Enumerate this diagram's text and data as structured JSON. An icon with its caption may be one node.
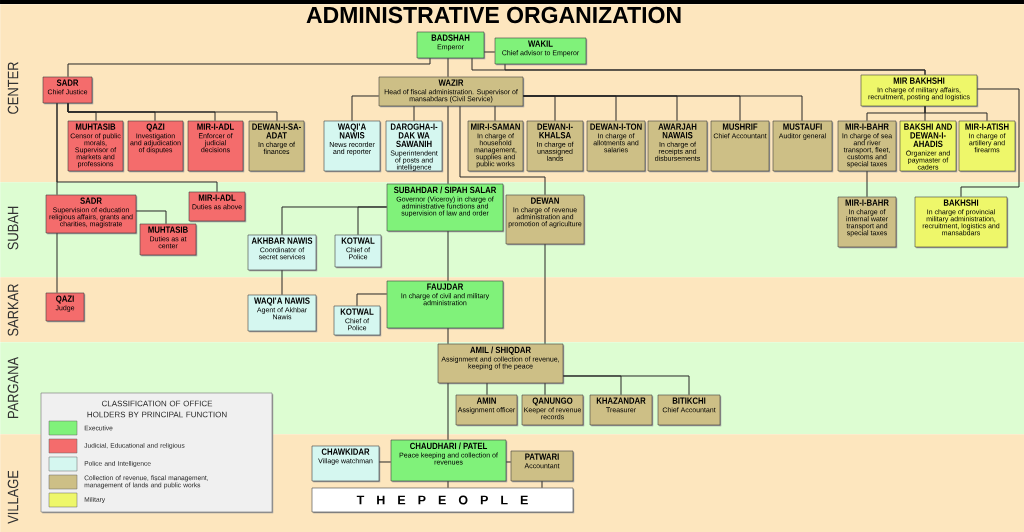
{
  "diagram": {
    "title": "ADMINISTRATIVE ORGANIZATION",
    "nodes": [
      {
        "text": [
          "CENTER"
        ]
      },
      {
        "text": [
          "SUBAH"
        ]
      },
      {
        "text": [
          "SARKAR"
        ]
      },
      {
        "text": [
          "PARGANA"
        ]
      },
      {
        "text": [
          "VILLAGE"
        ]
      },
      {
        "text": [
          "BADSHAH",
          "Emperor"
        ],
        "in": 0
      },
      {
        "text": [
          "WAKIL",
          "Chief advisor to Emperor"
        ],
        "in": 0
      },
      {
        "text": [
          "SADR",
          "Chief Justice"
        ],
        "in": 0
      },
      {
        "text": [
          "WAZIR",
          "Head of fiscal administration. Supervisor of mansabdars (Civil Service)"
        ],
        "in": 0
      },
      {
        "text": [
          "MIR BAKHSHI",
          "In charge of military affairs, recruitment, posting and logistics"
        ],
        "in": 0
      },
      {
        "text": [
          "MUHTASIB",
          "Censor of public morals, Supervisor of markets and professions"
        ],
        "in": 0
      },
      {
        "text": [
          "QAZI",
          "Investigation and adjudication of disputes"
        ],
        "in": 0
      },
      {
        "text": [
          "MIR-I-ADL",
          "Enforcer of judicial decisions"
        ],
        "in": 0
      },
      {
        "text": [
          "DEWAN-I-SA-ADAT",
          "In charge of finances"
        ],
        "in": 0
      },
      {
        "text": [
          "WAQI'A NAWIS",
          "News recorder and reporter"
        ],
        "in": 0
      },
      {
        "text": [
          "DAROGHA-I-DAK WA SAWANIH",
          "Superintendent of posts and intelligence"
        ],
        "in": 0
      },
      {
        "text": [
          "MIR-I-SAMAN",
          "In charge of household management, supplies and public works"
        ],
        "in": 0
      },
      {
        "text": [
          "DEWAN-I-KHALSA",
          "In charge of unassigned lands"
        ],
        "in": 0
      },
      {
        "text": [
          "DEWAN-I-TON",
          "In charge of allotments and salaries"
        ],
        "in": 0
      },
      {
        "text": [
          "AWARJAH NAWAIS",
          "In charge of receipts and disbursements"
        ],
        "in": 0
      },
      {
        "text": [
          "MUSHRIF",
          "Chief Accountant"
        ],
        "in": 0
      },
      {
        "text": [
          "MUSTAUFI",
          "Auditor general"
        ],
        "in": 0
      },
      {
        "text": [
          "MIR-I-BAHR",
          "In charge of sea and river transport, fleet, customs and special taxes"
        ],
        "in": 0
      },
      {
        "text": [
          "BAKSHI AND DEWAN-I-AHADIS",
          "Organizer and paymaster of caders"
        ],
        "in": 0
      },
      {
        "text": [
          "MIR-I-ATISH",
          "In charge of artillery and firearms"
        ],
        "in": 0
      },
      {
        "text": [
          "SUBAHDAR / SIPAH SALAR",
          "Governor (Viceroy) in charge of administrative functions and supervision of law and order"
        ],
        "in": 1
      },
      {
        "text": [
          "SADR",
          "Supervision of education religious affairs, grants and charities, magistrate"
        ],
        "in": 1
      },
      {
        "text": [
          "MIR-I-ADL",
          "Duties as above"
        ],
        "in": 1
      },
      {
        "text": [
          "MUHTASIB",
          "Duties as at center"
        ],
        "in": 1
      },
      {
        "text": [
          "DEWAN",
          "In charge of revenue administration and promotion of agriculture"
        ],
        "in": 1
      },
      {
        "text": [
          "AKHBAR NAWIS",
          "Coordinator of secret services"
        ],
        "in": 1
      },
      {
        "text": [
          "KOTWAL",
          "Chief of Police"
        ],
        "in": 1
      },
      {
        "text": [
          "MIR-I-BAHR",
          "In charge of internal water transport and special taxes"
        ],
        "in": 1
      },
      {
        "text": [
          "BAKHSHI",
          "In charge of provincial military administration, recruitment, logistics and mansabdars"
        ],
        "in": 1
      },
      {
        "text": [
          "QAZI",
          "Judge"
        ],
        "in": 2
      },
      {
        "text": [
          "WAQI'A NAWIS",
          "Agent of Akhbar Nawis"
        ],
        "in": 2
      },
      {
        "text": [
          "FAUJDAR",
          "In charge of civil and military administration"
        ],
        "in": 2
      },
      {
        "text": [
          "KOTWAL",
          "Chief of Police"
        ],
        "in": 2
      },
      {
        "text": [
          "AMIL / SHIQDAR",
          "Assignment and collection of revenue, keeping of the peace"
        ],
        "in": 3
      },
      {
        "text": [
          "AMIN",
          "Assignment officer"
        ],
        "in": 3
      },
      {
        "text": [
          "QANUNGO",
          "Keeper of revenue records"
        ],
        "in": 3
      },
      {
        "text": [
          "KHAZANDAR",
          "Treasurer"
        ],
        "in": 3
      },
      {
        "text": [
          "BITIKCHI",
          "Chief Accountant"
        ],
        "in": 3
      },
      {
        "text": [
          "CHAWKIDAR",
          "Village watchman"
        ],
        "in": 4
      },
      {
        "text": [
          "CHAUDHARI / PATEL",
          "Peace keeping and collection of revenues"
        ],
        "in": 4
      },
      {
        "text": [
          "PATWARI",
          "Accountant"
        ],
        "in": 4
      },
      {
        "text": [
          "T H E P E O P L E"
        ],
        "in": 4
      }
    ],
    "edges": [
      {
        "from": 5,
        "to": 6,
        "arrow": "none"
      },
      {
        "from": 5,
        "to": 7,
        "arrow": "none"
      },
      {
        "from": 5,
        "to": 8,
        "arrow": "none"
      },
      {
        "from": 5,
        "to": 9,
        "arrow": "none"
      },
      {
        "from": 6,
        "to": 9,
        "arrow": "none"
      },
      {
        "from": 7,
        "to": 10,
        "arrow": "none"
      },
      {
        "from": 7,
        "to": 11,
        "arrow": "none"
      },
      {
        "from": 7,
        "to": 12,
        "arrow": "none"
      },
      {
        "from": 7,
        "to": 13,
        "arrow": "none"
      },
      {
        "from": 8,
        "to": 14,
        "arrow": "none"
      },
      {
        "from": 8,
        "to": 15,
        "arrow": "none"
      },
      {
        "from": 8,
        "to": 16,
        "arrow": "none"
      },
      {
        "from": 8,
        "to": 17,
        "arrow": "none"
      },
      {
        "from": 8,
        "to": 18,
        "arrow": "none"
      },
      {
        "from": 8,
        "to": 19,
        "arrow": "none"
      },
      {
        "from": 8,
        "to": 20,
        "arrow": "none"
      },
      {
        "from": 8,
        "to": 21,
        "arrow": "none"
      },
      {
        "from": 9,
        "to": 22,
        "arrow": "none"
      },
      {
        "from": 9,
        "to": 23,
        "arrow": "none"
      },
      {
        "from": 9,
        "to": 24,
        "arrow": "none"
      },
      {
        "from": 9,
        "to": 33,
        "arrow": "none"
      },
      {
        "from": 22,
        "to": 32,
        "arrow": "none"
      },
      {
        "from": 7,
        "to": 26,
        "arrow": "none"
      },
      {
        "from": 7,
        "to": 27,
        "arrow": "none"
      },
      {
        "from": 26,
        "to": 28,
        "arrow": "none"
      },
      {
        "from": 26,
        "to": 34,
        "arrow": "none"
      },
      {
        "from": 8,
        "to": 25,
        "arrow": "none"
      },
      {
        "from": 8,
        "to": 29,
        "arrow": "none"
      },
      {
        "from": 25,
        "to": 30,
        "arrow": "none"
      },
      {
        "from": 25,
        "to": 31,
        "arrow": "none"
      },
      {
        "from": 30,
        "to": 35,
        "arrow": "none"
      },
      {
        "from": 25,
        "to": 36,
        "arrow": "none"
      },
      {
        "from": 36,
        "to": 37,
        "arrow": "none"
      },
      {
        "from": 36,
        "to": 38,
        "arrow": "none"
      },
      {
        "from": 29,
        "to": 38,
        "arrow": "none"
      },
      {
        "from": 38,
        "to": 39,
        "arrow": "none"
      },
      {
        "from": 38,
        "to": 40,
        "arrow": "none"
      },
      {
        "from": 38,
        "to": 41,
        "arrow": "none"
      },
      {
        "from": 38,
        "to": 42,
        "arrow": "none"
      },
      {
        "from": 38,
        "to": 44,
        "arrow": "none"
      },
      {
        "from": 44,
        "to": 43,
        "arrow": "none"
      },
      {
        "from": 44,
        "to": 45,
        "arrow": "none"
      },
      {
        "from": 44,
        "to": 46,
        "arrow": "none"
      },
      {
        "from": 45,
        "to": 46,
        "arrow": "none"
      }
    ],
    "labels": [
      "CLASSIFICATION OF OFFICE HOLDERS BY PRINCIPAL FUNCTION"
    ],
    "legend": [
      {
        "text": "Executive",
        "color": "#80f27a"
      },
      {
        "text": "Judicial, Educational and religious",
        "color": "#f46c6c"
      },
      {
        "text": "Police and Intelligence",
        "color": "#d5f7f0"
      },
      {
        "text": "Collection of revenue, fiscal management, management of lands and public works",
        "color": "#cdbf86"
      },
      {
        "text": "Military",
        "color": "#eef76a"
      }
    ]
  }
}
